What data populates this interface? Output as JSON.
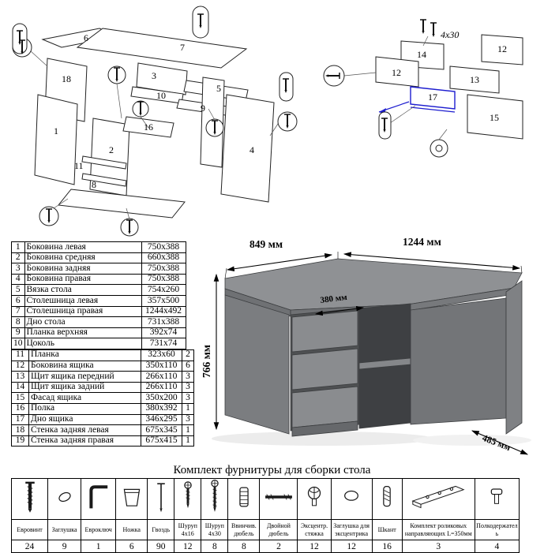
{
  "figure": {
    "main_exploded_labels": [
      "6",
      "7",
      "18",
      "3",
      "10",
      "5",
      "9",
      "1",
      "2",
      "16",
      "11",
      "8",
      "4"
    ],
    "drawer_labels": [
      "14",
      "12",
      "12",
      "13",
      "17",
      "15"
    ],
    "drawer_screw_note": "4x30"
  },
  "desk_dimensions": {
    "left_width": "849 мм",
    "right_width": "1244 мм",
    "height": "766 мм",
    "inner_depth": "380 мм",
    "side_depth": "485 мм"
  },
  "parts_table": {
    "rows_1_10": [
      {
        "num": "1",
        "name": "Боковина левая",
        "size": "750x388"
      },
      {
        "num": "2",
        "name": "Боковина средняя",
        "size": "660x388"
      },
      {
        "num": "3",
        "name": "Боковина задняя",
        "size": "750x388"
      },
      {
        "num": "4",
        "name": "Боковина правая",
        "size": "750x388"
      },
      {
        "num": "5",
        "name": "Вязка стола",
        "size": "754x260"
      },
      {
        "num": "6",
        "name": "Столешница левая",
        "size": "357x500"
      },
      {
        "num": "7",
        "name": "Столешница правая",
        "size": "1244x492"
      },
      {
        "num": "8",
        "name": "Дно стола",
        "size": "731x388"
      },
      {
        "num": "9",
        "name": "Планка верхняя",
        "size": "392x74"
      },
      {
        "num": "10",
        "name": "Цоколь",
        "size": "731x74"
      }
    ],
    "rows_11_19": [
      {
        "num": "11",
        "name": "Планка",
        "size": "323x60",
        "qty": "2"
      },
      {
        "num": "12",
        "name": "Боковина ящика",
        "size": "350x110",
        "qty": "6"
      },
      {
        "num": "13",
        "name": "Щит ящика передний",
        "size": "266x110",
        "qty": "3"
      },
      {
        "num": "14",
        "name": "Щит ящика задний",
        "size": "266x110",
        "qty": "3"
      },
      {
        "num": "15",
        "name": "Фасад ящика",
        "size": "350x200",
        "qty": "3"
      },
      {
        "num": "16",
        "name": "Полка",
        "size": "380x392",
        "qty": "1"
      },
      {
        "num": "17",
        "name": "Дно ящика",
        "size": "346x295",
        "qty": "3"
      },
      {
        "num": "18",
        "name": "Стенка задняя левая",
        "size": "675x345",
        "qty": "1"
      },
      {
        "num": "19",
        "name": "Стенка задняя правая",
        "size": "675x415",
        "qty": "1"
      }
    ]
  },
  "hardware_table": {
    "title": "Комплект фурнитуры для сборки стола",
    "items": [
      {
        "icon": "confirmat-screw",
        "name": "Евровинт",
        "qty": "24"
      },
      {
        "icon": "plug-cap",
        "name": "Заглушка",
        "qty": "9"
      },
      {
        "icon": "hex-key",
        "name": "Евроключ",
        "qty": "1"
      },
      {
        "icon": "furniture-leg",
        "name": "Ножка",
        "qty": "6"
      },
      {
        "icon": "nail",
        "name": "Гвоздь",
        "qty": "90"
      },
      {
        "icon": "screw-4x16",
        "name": "Шуруп 4x16",
        "qty": "12"
      },
      {
        "icon": "screw-4x30",
        "name": "Шуруп 4x30",
        "qty": "8"
      },
      {
        "icon": "insert-dowel",
        "name": "Ввинчив. дюбель",
        "qty": "8"
      },
      {
        "icon": "double-dowel",
        "name": "Двойной дюбель",
        "qty": "2"
      },
      {
        "icon": "eccentric-cam",
        "name": "Эксцентр. стяжка",
        "qty": "12"
      },
      {
        "icon": "cam-cover",
        "name": "Заглушка для эксцентрика",
        "qty": "12"
      },
      {
        "icon": "wood-dowel",
        "name": "Шкант",
        "qty": "16"
      },
      {
        "icon": "roller-slides",
        "name": "Комплект роликовых направляющих L=350мм",
        "qty": "3"
      },
      {
        "icon": "shelf-support",
        "name": "Полкодержатель",
        "qty": "4"
      }
    ]
  }
}
